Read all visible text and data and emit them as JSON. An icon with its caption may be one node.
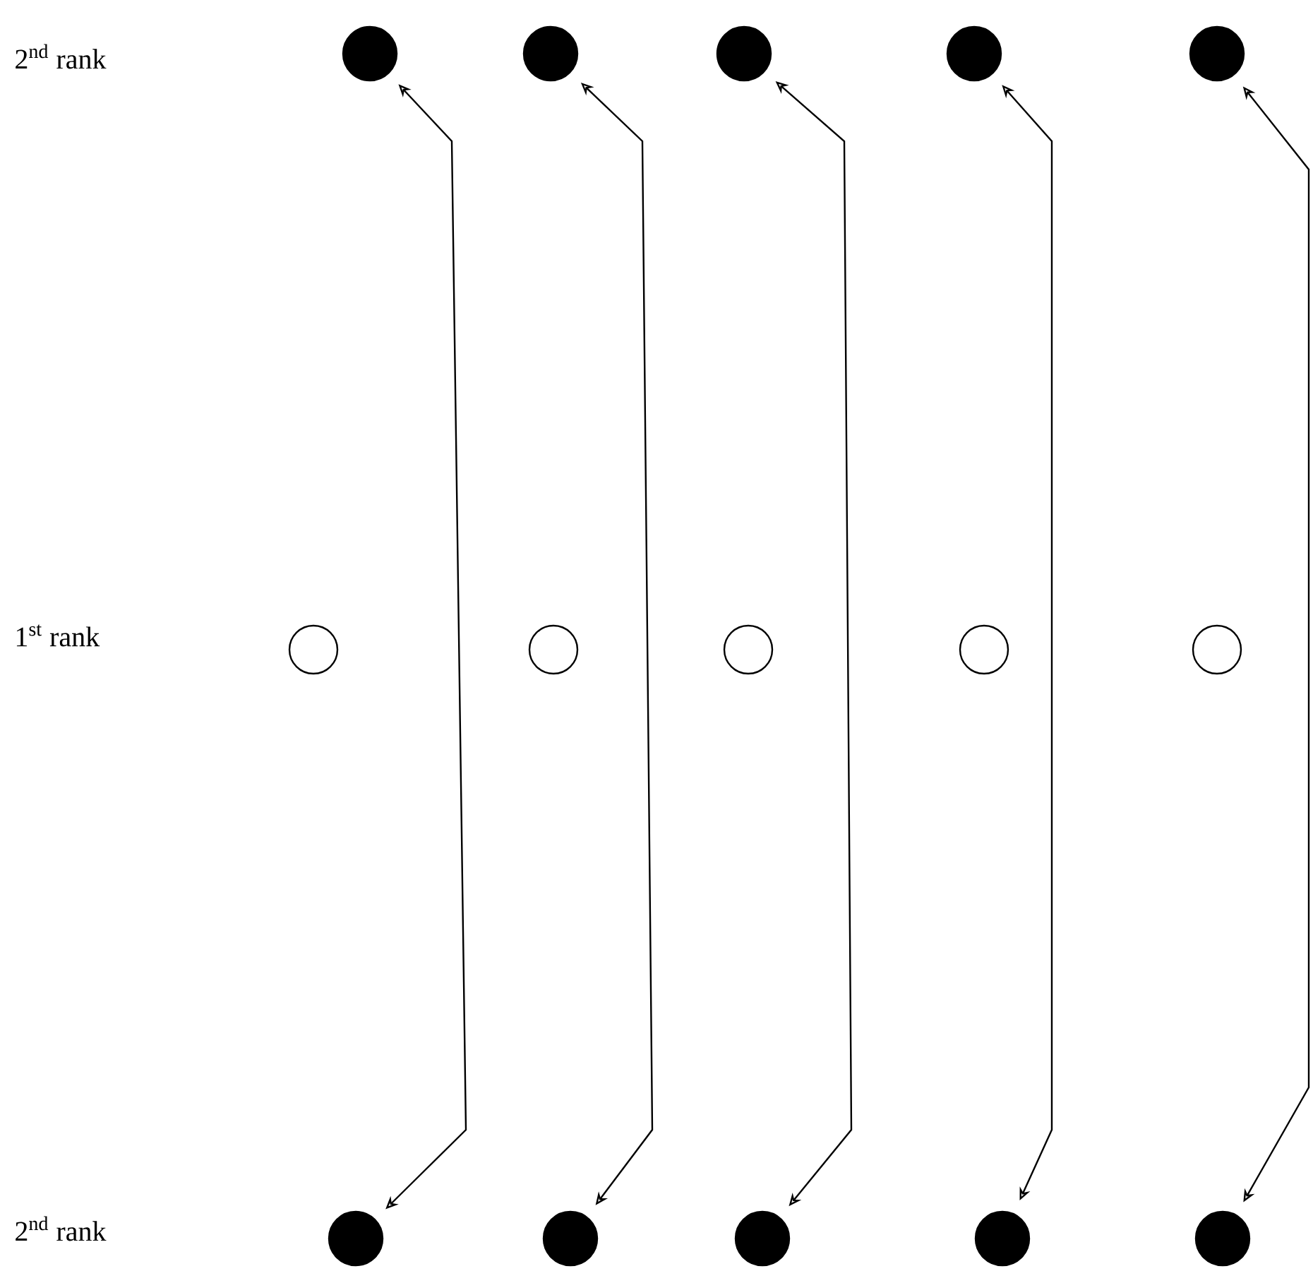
{
  "diagram": {
    "nodes": [
      {
        "text": [],
        "shape": "circle"
      },
      {
        "text": [],
        "shape": "circle"
      },
      {
        "text": [],
        "shape": "circle"
      },
      {
        "text": [],
        "shape": "circle"
      },
      {
        "text": [],
        "shape": "circle"
      },
      {
        "text": [],
        "shape": "circle"
      },
      {
        "text": [],
        "shape": "circle"
      },
      {
        "text": [],
        "shape": "circle"
      },
      {
        "text": [],
        "shape": "circle"
      },
      {
        "text": [],
        "shape": "circle"
      },
      {
        "text": [],
        "shape": "circle"
      },
      {
        "text": [],
        "shape": "circle"
      },
      {
        "text": [],
        "shape": "circle"
      },
      {
        "text": [],
        "shape": "circle"
      },
      {
        "text": [],
        "shape": "circle"
      }
    ],
    "edges": [
      {
        "from": 10,
        "to": 0,
        "arrow": "both"
      },
      {
        "from": 11,
        "to": 1,
        "arrow": "both"
      },
      {
        "from": 12,
        "to": 2,
        "arrow": "both"
      },
      {
        "from": 13,
        "to": 3,
        "arrow": "both"
      },
      {
        "from": 14,
        "to": 4,
        "arrow": "both"
      }
    ],
    "labels": [
      "2$^{nd}$ rank",
      "1$^{st}$ rank",
      "2$^{nd}$ rank"
    ]
  }
}
